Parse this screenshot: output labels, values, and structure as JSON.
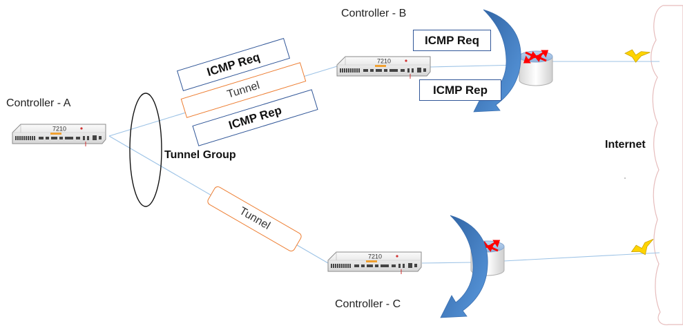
{
  "nodes": {
    "controller_a": {
      "label": "Controller - A",
      "model": "7210"
    },
    "controller_b": {
      "label": "Controller - B",
      "model": "7210"
    },
    "controller_c": {
      "label": "Controller - C",
      "model": "7210"
    },
    "internet": {
      "label": "Internet"
    }
  },
  "tunnel_group": {
    "label": "Tunnel Group"
  },
  "tunnels": {
    "to_b": {
      "label": "Tunnel"
    },
    "to_c": {
      "label": "Tunnel"
    }
  },
  "icmp": {
    "req_on_tunnel": "ICMP Req",
    "rep_on_tunnel": "ICMP Rep",
    "req_at_router": "ICMP Req",
    "rep_at_router": "ICMP Rep"
  },
  "colors": {
    "link": "#9dc3e6",
    "icmp_border": "#2f5597",
    "tunnel_border": "#ed7d31",
    "arrow": "#4a7fc1",
    "router_mark": "#ff0000",
    "lightning": "#ffd400",
    "cloud_outline": "#e6bcbc"
  }
}
